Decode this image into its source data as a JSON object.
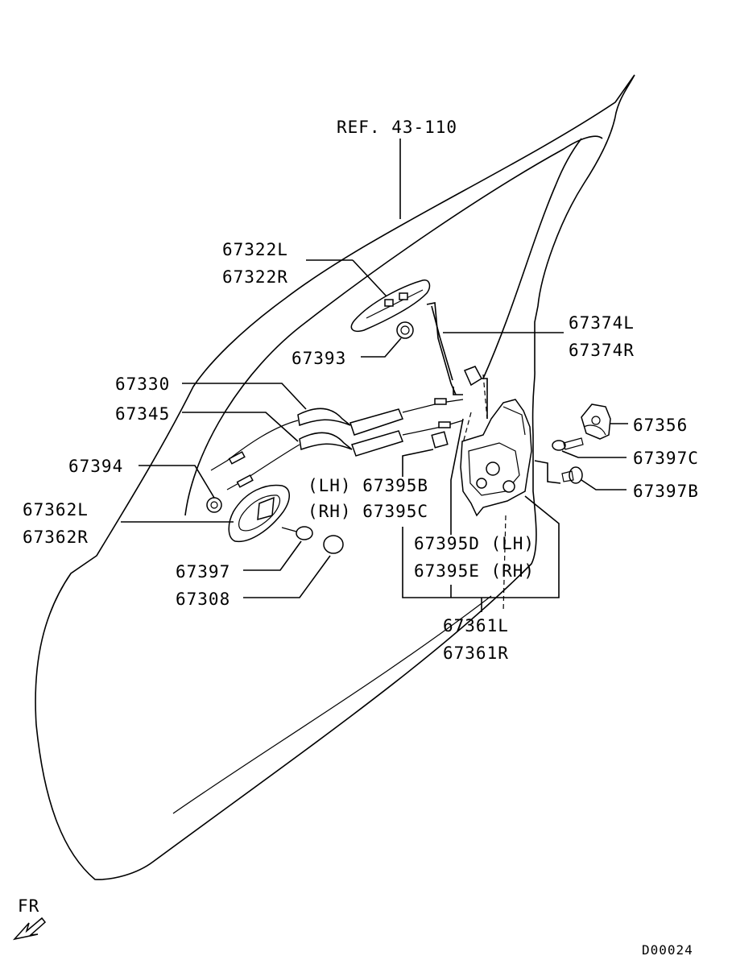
{
  "labels": {
    "ref": "REF. 43-110",
    "p67322L": "67322L",
    "p67322R": "67322R",
    "p67374L": "67374L",
    "p67374R": "67374R",
    "p67393": "67393",
    "p67330": "67330",
    "p67345": "67345",
    "p67356": "67356",
    "p67397C": "67397C",
    "p67394": "67394",
    "p67395B": "(LH) 67395B",
    "p67395C": "(RH) 67395C",
    "p67362L": "67362L",
    "p67362R": "67362R",
    "p67397B": "67397B",
    "p67395D": "67395D (LH)",
    "p67395E": "67395E (RH)",
    "p67397": "67397",
    "p67308": "67308",
    "p67361L": "67361L",
    "p67361R": "67361R",
    "fr": "FR",
    "code": "D00024"
  },
  "icons": {
    "direction": "front-arrow-icon"
  }
}
